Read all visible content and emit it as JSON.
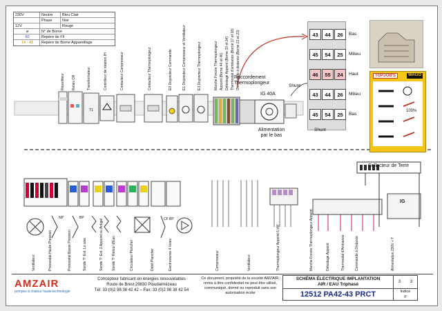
{
  "legend": {
    "rows": [
      {
        "code": "230V",
        "kind": "Neutre",
        "color_name": "Bleu Clair"
      },
      {
        "code": "",
        "kind": "Phase",
        "color_name": "Noir"
      },
      {
        "code": "12V",
        "kind": "",
        "color_name": "Rouge"
      }
    ],
    "borne_label": "N° de Borne",
    "fil_code": "60",
    "fil_label": "Repère de Fil",
    "app_code": "14 · 41",
    "app_label": "Repère de Borne Appareillage"
  },
  "upper_components": [
    "Répartiteur",
    "Relais CR",
    "Transformateur",
    "Contrôleur de rotation IH",
    "Contacteur Compresseur",
    "Contacteur Thermoplongeur",
    "E0 Disjoncteur Commande",
    "E1 Disjoncteur Compresseur et Ventilateur",
    "E3 Disjoncteur Thermoplongeur",
    "Marche Forcée Thermoplongeur",
    "Appoint (Borne 44 et 46)",
    "Délestage Appoint (Borne 33 et 34)",
    "Thermostat d'ambiance (Borne 17 et 18)",
    "Commande à distance (Borne 22 et 23)"
  ],
  "thermo": {
    "raccordement": "Raccordement",
    "thermoplongeur": "Thermoplongeur",
    "ig": "IG 40A",
    "alimentation": "Alimentation",
    "par_le_bas": "par le bas"
  },
  "terminal": {
    "rows": [
      [
        "43",
        "44",
        "26"
      ],
      [
        "45",
        "54",
        "25"
      ],
      [
        "46",
        "55",
        "24"
      ],
      [
        "43",
        "44",
        "26"
      ],
      [
        "45",
        "54",
        "25"
      ]
    ],
    "labels": [
      "Bas",
      "Milieu",
      "Haut",
      "Milieu",
      "Bas"
    ],
    "shunt_left": "Shunt",
    "shunt_bottom": "Shunt"
  },
  "brand_panel": {
    "topjob": "TOPJOB'S",
    "wago": "WAGO",
    "percent": "100%"
  },
  "collecteur": "Collecteur de Terre",
  "ig_lower": "IG",
  "lower_components": [
    "Ventilateur",
    "Pressostat Haute Pression",
    "Pressostat Basse Pression",
    "Sonde Tº Ext. Lo aise",
    "Sonde Tº Ext. 2 Appoint ou Antigel",
    "Sonde Tº Retour d'Eau",
    "Circulateur Plancher",
    "Débit Plancher",
    "Electrovanne 4 Voies",
    "Compresseur",
    "Ventilateur",
    "Thermoplongeur Appoint 6 kW",
    "Marche Forcée Thermoplongeur Appoint",
    "Délestage Appoint",
    "Thermostat d'Ambiance",
    "Commande à Distance",
    "Alimentation 230V + T"
  ],
  "lower_sub": {
    "np": "NP",
    "bp": "BP",
    "cf": "CF BP"
  },
  "company": {
    "name": "AMZAIR",
    "tagline": "pompes à chaleur haute technologie",
    "desc": "Concepteur fabricant en énergies renouvelables",
    "address": "Route de Brest   29830 Ploudalmézeau",
    "phone": "Tél: 33 (0)2 98 38 42 42  –  Fax: 33 (0)2 98 38 42 54"
  },
  "notice": "Ce document, propriété de la société AMZAIR, remis à titre confidentiel ne peut être utilisé, communiqué, donné ou reproduit sans son autorisation écrite",
  "schema": {
    "title1": "SCHÉMA ÉLECTRIQUE IMPLANTATION",
    "title2": "AIR / EAU Triphasé",
    "ref": "12512 PA42-43 PRCT",
    "folio": "3",
    "folio_total": "3",
    "indice_label": "Indice",
    "indice": "F"
  },
  "colors": {
    "accent": "#c0392b",
    "brand_red": "#d0301f",
    "title_blue": "#1a2a8a",
    "wago_yellow": "#f4c515"
  }
}
